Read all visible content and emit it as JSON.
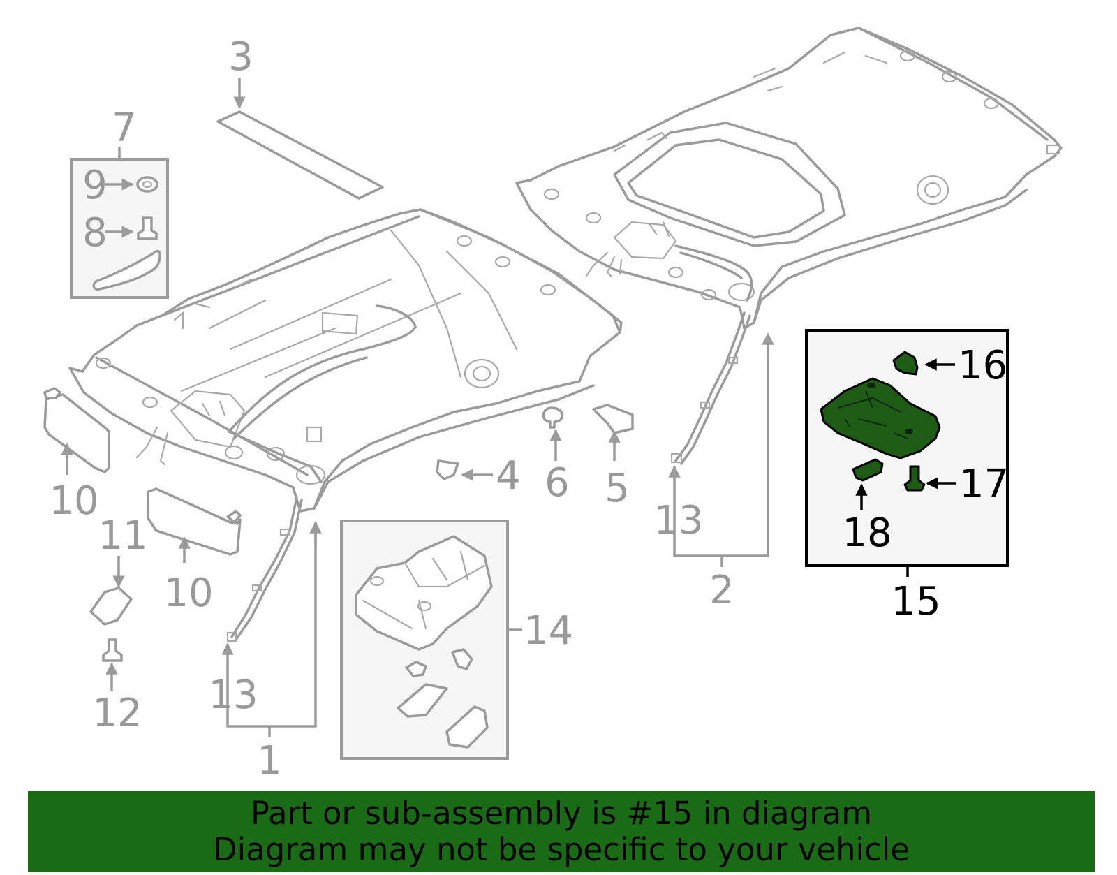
{
  "callouts": {
    "c1": "1",
    "c2": "2",
    "c3": "3",
    "c4": "4",
    "c5": "5",
    "c6": "6",
    "c7": "7",
    "c8": "8",
    "c9": "9",
    "c10a": "10",
    "c10b": "10",
    "c11": "11",
    "c12": "12",
    "c13a": "13",
    "c13b": "13",
    "c14": "14",
    "c15": "15",
    "c16": "16",
    "c17": "17",
    "c18": "18"
  },
  "banner": {
    "line1": "Part or sub-assembly is #15 in diagram",
    "line2": "Diagram may not be specific to your vehicle"
  },
  "colors": {
    "banner_bg": "#1a6b16",
    "highlight_part": "#1e5c15",
    "muted_line": "#9b9b9b",
    "box_bg": "#f6f6f6"
  }
}
